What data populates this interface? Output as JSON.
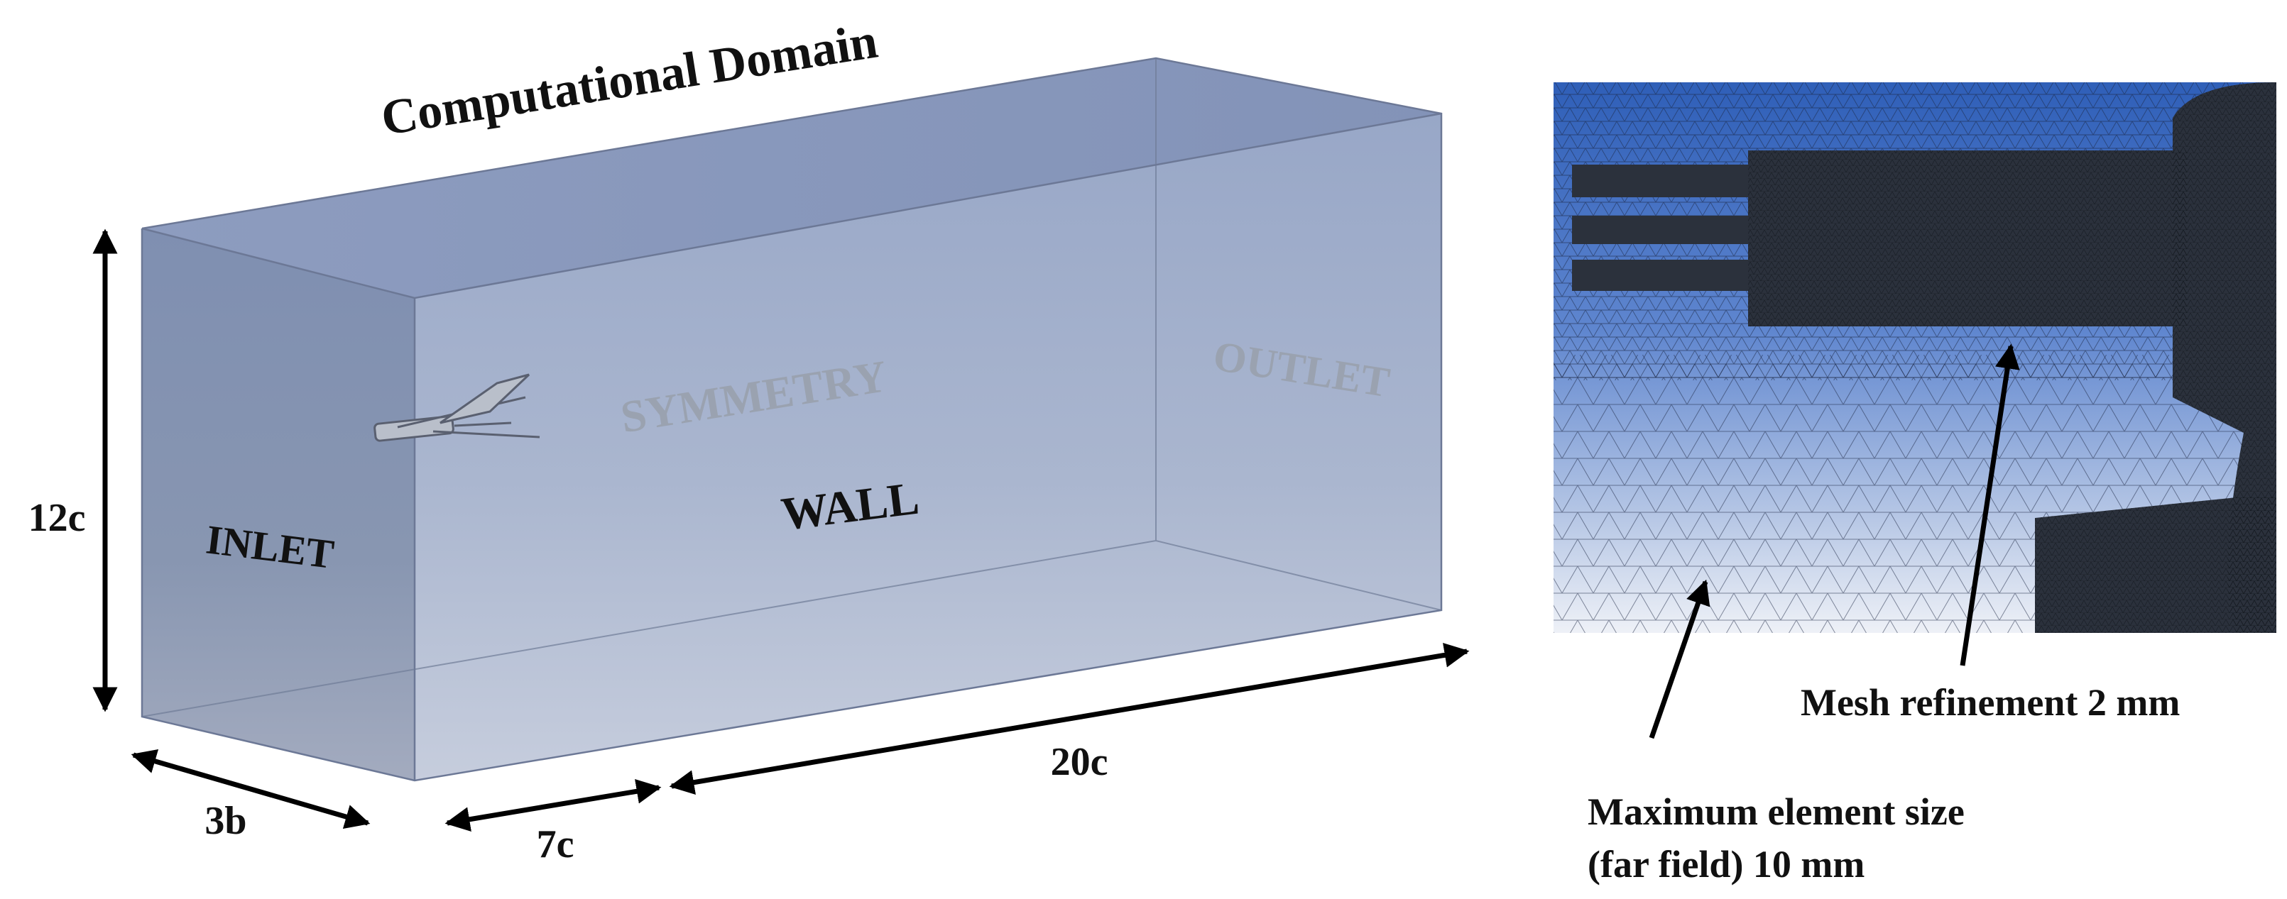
{
  "domain_figure": {
    "title": "Computational Domain",
    "faces": {
      "inlet": "INLET",
      "wall": "WALL",
      "symmetry": "SYMMETRY",
      "outlet": "OUTLET"
    },
    "dimensions": {
      "height": "12c",
      "depth": "3b",
      "upstream": "7c",
      "downstream": "20c"
    }
  },
  "mesh_figure": {
    "refinement_label": "Mesh refinement 2 mm",
    "max_size_label_line1": "Maximum element size",
    "max_size_label_line2": "(far field) 10 mm"
  },
  "colors": {
    "box_front": "#a9b5cf",
    "box_side": "#8795b2",
    "box_top": "#8c9bbc",
    "faint_label": "#9aa2b0",
    "dark_text": "#111111",
    "mesh_sky": "#3f6fc4",
    "mesh_body": "#2b313c"
  }
}
